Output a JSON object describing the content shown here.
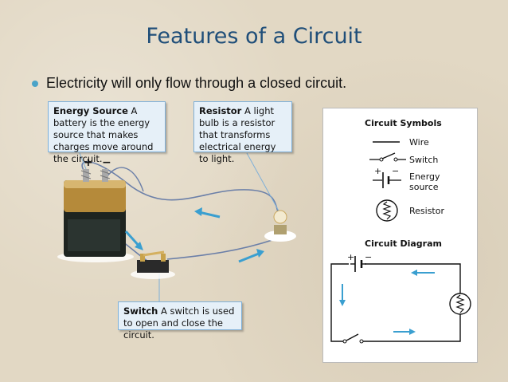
{
  "title": "Features of a Circuit",
  "bullet": "Electricity will only flow through a closed circuit.",
  "callouts": {
    "energy": {
      "label": "Energy Source",
      "text": " A battery is the energy source that makes charges move around the circuit."
    },
    "resistor": {
      "label": "Resistor",
      "text": " A light bulb is a resistor that transforms electrical energy to light."
    },
    "switch": {
      "label": "Switch",
      "text": " A switch is used to open and close the circuit."
    }
  },
  "battery": {
    "plus": "+",
    "minus": "−"
  },
  "symbols": {
    "title": "Circuit Symbols",
    "wire": "Wire",
    "switch": "Switch",
    "energy_source": "Energy source",
    "resistor": "Resistor"
  },
  "diagram": {
    "title": "Circuit Diagram",
    "plus": "+",
    "minus": "−"
  },
  "colors": {
    "title": "#1f4e79",
    "arrow": "#3a9fd0",
    "callout_bg": "#e6f0f8"
  }
}
